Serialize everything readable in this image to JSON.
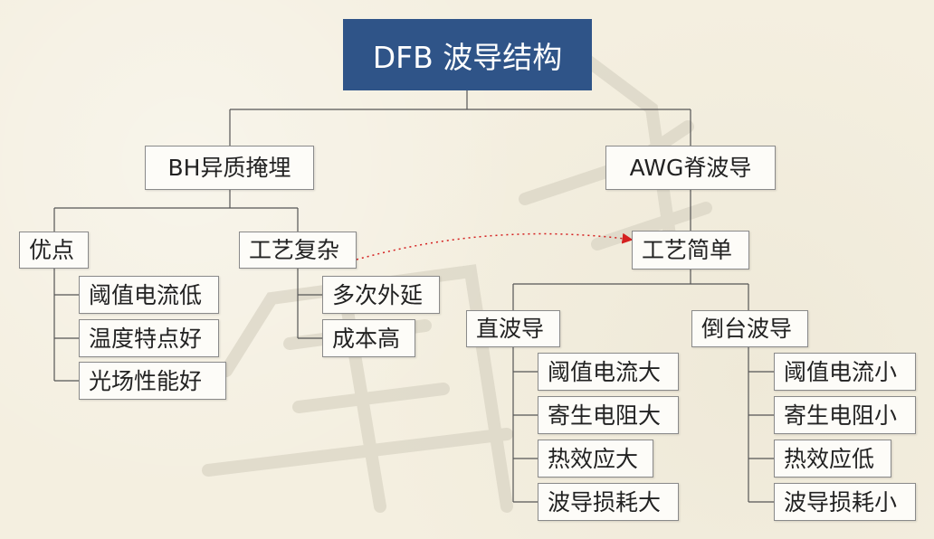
{
  "root": "DFB 波导结构",
  "bh": {
    "title": "BH异质掩埋",
    "pros": {
      "title": "优点",
      "items": [
        "阈值电流低",
        "温度特点好",
        "光场性能好"
      ]
    },
    "complex": {
      "title": "工艺复杂",
      "items": [
        "多次外延",
        "成本高"
      ]
    }
  },
  "awg": {
    "title": "AWG脊波导",
    "simple": "工艺简单",
    "straight": {
      "title": "直波导",
      "items": [
        "阈值电流大",
        "寄生电阻大",
        "热效应大",
        "波导损耗大"
      ]
    },
    "inverted": {
      "title": "倒台波导",
      "items": [
        "阈值电流小",
        "寄生电阻小",
        "热效应低",
        "波导损耗小"
      ]
    }
  },
  "colors": {
    "root_bg": "#2f5488",
    "arrow": "#d42020",
    "line": "#555555"
  }
}
